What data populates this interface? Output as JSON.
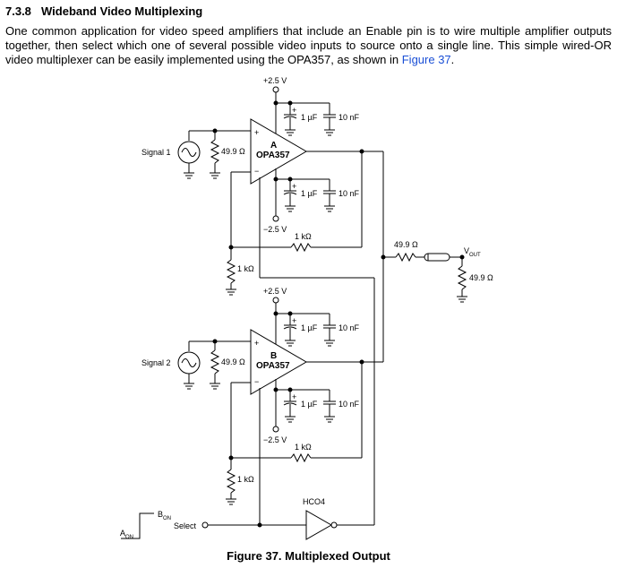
{
  "section": {
    "number": "7.3.8",
    "title": "Wideband Video Multiplexing"
  },
  "paragraph": {
    "text_before_link": "One common application for video speed amplifiers that include an Enable pin is to wire multiple amplifier outputs together, then select which one of several possible video inputs to source onto a single line. This simple wired-OR video multiplexer can be easily implemented using the OPA357, as shown in ",
    "link_text": "Figure 37",
    "text_after_link": "."
  },
  "schematic": {
    "amp_a": {
      "letter": "A",
      "part": "OPA357",
      "supply_pos": "+2.5 V",
      "supply_neg": "−2.5 V",
      "cap_pos_1": "1 µF",
      "cap_pos_2": "10 nF",
      "cap_neg_1": "1 µF",
      "cap_neg_2": "10 nF",
      "input_label": "Signal 1",
      "termination": "49.9 Ω",
      "feedback": "1 kΩ",
      "ground_res": "1 kΩ"
    },
    "amp_b": {
      "letter": "B",
      "part": "OPA357",
      "supply_pos": "+2.5 V",
      "supply_neg": "−2.5 V",
      "cap_pos_1": "1 µF",
      "cap_pos_2": "10 nF",
      "cap_neg_1": "1 µF",
      "cap_neg_2": "10 nF",
      "input_label": "Signal 2",
      "termination": "49.9 Ω",
      "feedback": "1 kΩ",
      "ground_res": "1 kΩ"
    },
    "output": {
      "series_res": "49.9 Ω",
      "vout_main": "V",
      "vout_sub": "OUT",
      "load_res": "49.9 Ω"
    },
    "select": {
      "label": "Select",
      "inverter": "HCO4",
      "b_on_main": "B",
      "b_on_sub": "ON",
      "a_on_main": "A",
      "a_on_sub": "ON"
    },
    "plus_sign": "+",
    "minus_sign": "−"
  },
  "caption": {
    "text": "Figure 37.  Multiplexed Output"
  }
}
